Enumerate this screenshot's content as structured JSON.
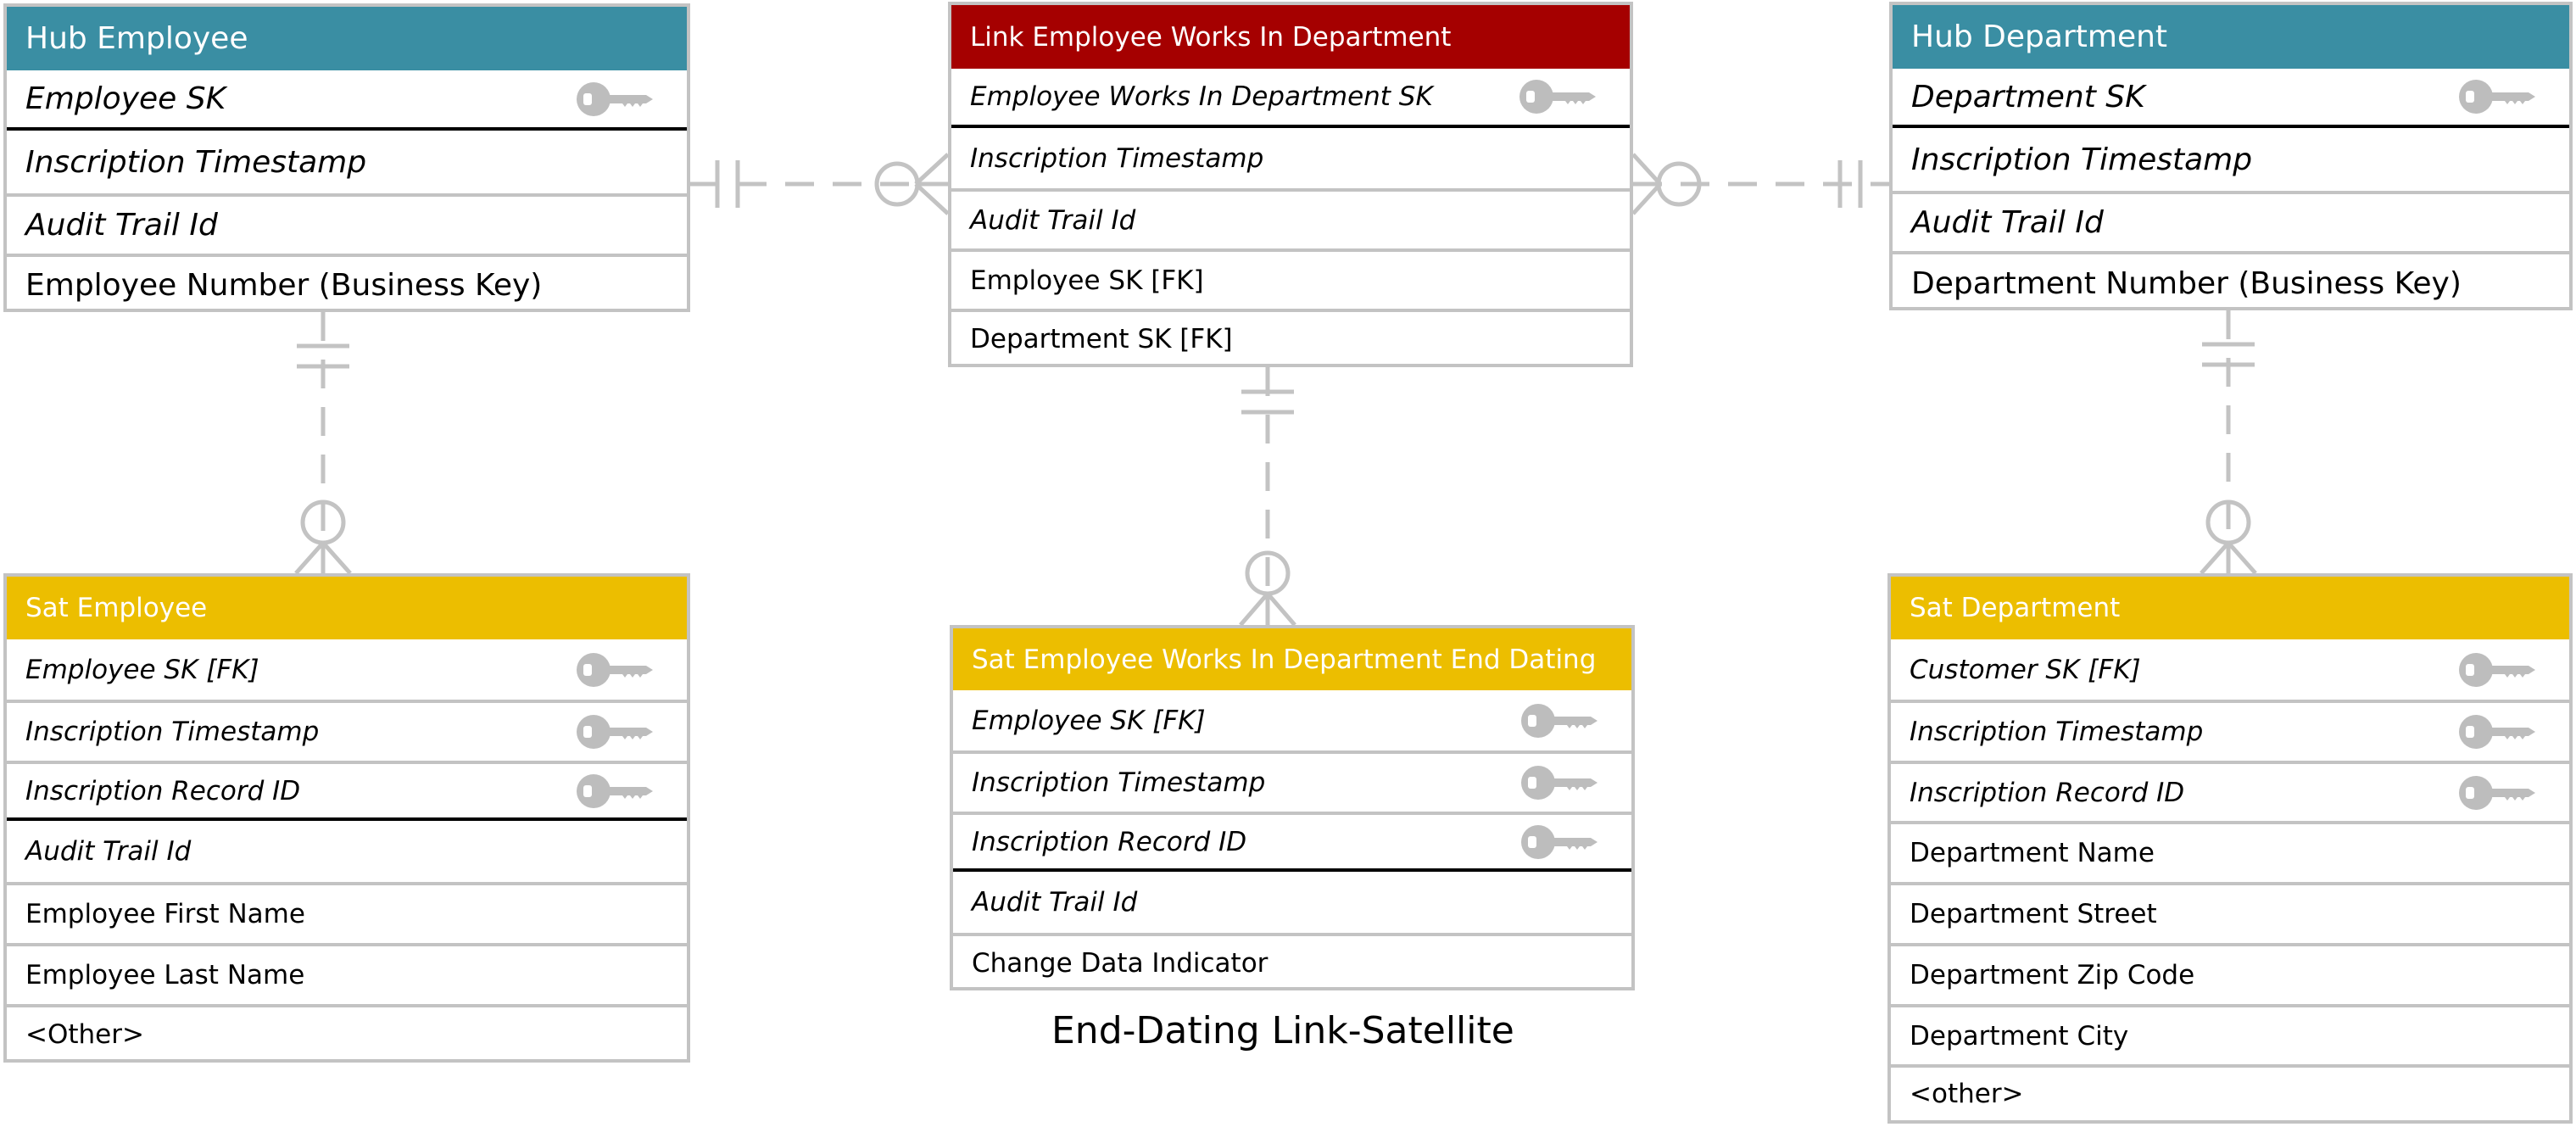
{
  "colors": {
    "hub": "#3a8ea3",
    "link": "#a50000",
    "sat": "#ecbe00",
    "border": "#c3c3c3",
    "line": "#c3c3c3",
    "key": "#bdbdbd"
  },
  "entities": {
    "hub_employee": {
      "title": "Hub Employee",
      "rows": [
        "Employee SK",
        "Inscription Timestamp",
        "Audit Trail Id",
        "Employee Number (Business Key)"
      ]
    },
    "link": {
      "title": "Link Employee Works In Department",
      "rows": [
        "Employee Works In Department SK",
        "Inscription Timestamp",
        "Audit Trail Id",
        "Employee SK [FK]",
        "Department SK [FK]"
      ]
    },
    "hub_department": {
      "title": "Hub Department",
      "rows": [
        "Department SK",
        "Inscription Timestamp",
        "Audit Trail Id",
        "Department Number (Business Key)"
      ]
    },
    "sat_employee": {
      "title": "Sat Employee",
      "rows": [
        "Employee SK [FK]",
        "Inscription Timestamp",
        "Inscription Record ID",
        "Audit Trail Id",
        "Employee First Name",
        "Employee Last Name",
        "<Other>"
      ]
    },
    "sat_link": {
      "title": "Sat Employee Works In Department End Dating",
      "rows": [
        "Employee SK [FK]",
        "Inscription Timestamp",
        "Inscription Record ID",
        "Audit Trail Id",
        "Change Data Indicator"
      ]
    },
    "sat_department": {
      "title": "Sat Department",
      "rows": [
        "Customer SK [FK]",
        "Inscription Timestamp",
        "Inscription Record ID",
        "Department Name",
        "Department Street",
        "Department Zip Code",
        "Department City",
        "<other>"
      ]
    }
  },
  "caption": "End-Dating Link-Satellite"
}
